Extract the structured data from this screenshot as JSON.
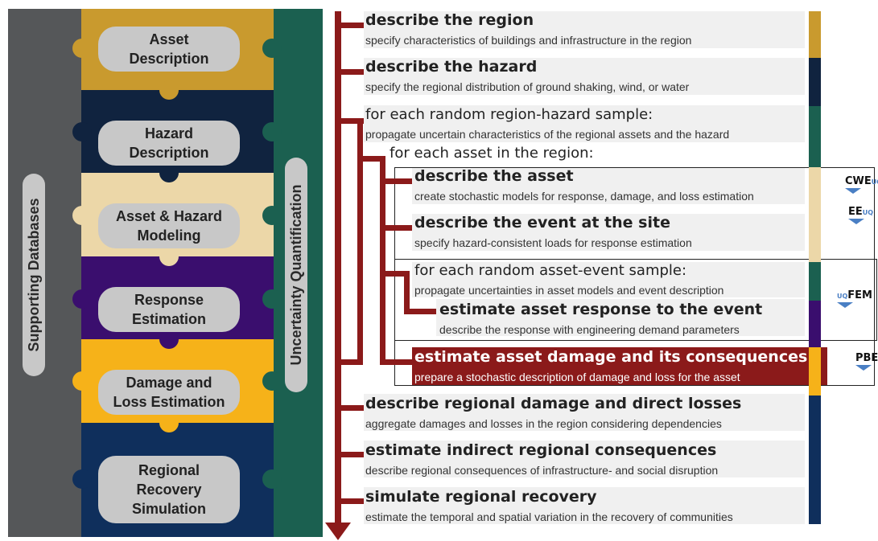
{
  "colors": {
    "asset": "#c99a2e",
    "hazard": "#10233f",
    "modeling": "#ecd7a8",
    "response": "#3a0e6e",
    "damage": "#f6b219",
    "recovery": "#0f2f5c",
    "supporting": "#555759",
    "uq": "#1b6050",
    "arrow": "#8b1a1a"
  },
  "left": {
    "supporting_label": "Supporting Databases",
    "uq_label": "Uncertainty Quantification",
    "pieces": [
      {
        "line1": "Asset",
        "line2": "Description"
      },
      {
        "line1": "Hazard",
        "line2": "Description"
      },
      {
        "line1": "Asset & Hazard",
        "line2": "Modeling"
      },
      {
        "line1": "Response",
        "line2": "Estimation"
      },
      {
        "line1": "Damage and",
        "line2": "Loss Estimation"
      },
      {
        "line1": "Regional",
        "line2": "Recovery",
        "line3": "Simulation"
      }
    ]
  },
  "steps": {
    "region": {
      "title": "describe the region",
      "desc": "specify characteristics of buildings and infrastructure in the region"
    },
    "hazard": {
      "title": "describe the hazard",
      "desc": "specify the regional distribution of ground shaking, wind, or water"
    },
    "loop_sample": {
      "title": "for each random region-hazard sample:",
      "desc": "propagate uncertain characteristics of the regional assets and the hazard"
    },
    "loop_asset": {
      "title": "for each asset in the region:"
    },
    "asset": {
      "title": "describe the asset",
      "desc": "create stochastic models for response, damage, and loss estimation"
    },
    "event": {
      "title": "describe the event at the site",
      "desc": "specify hazard-consistent loads for response estimation"
    },
    "loop_event": {
      "title": "for each random asset-event sample:",
      "desc": "propagate uncertainties in asset models and event description"
    },
    "response": {
      "title": "estimate asset response to the event",
      "desc": "describe the response with engineering demand parameters"
    },
    "damage": {
      "title": "estimate asset damage and its consequences",
      "desc": "prepare a stochastic description of damage and loss for the asset"
    },
    "regional_damage": {
      "title": "describe regional damage and direct losses",
      "desc": "aggregate damages and losses in the region considering dependencies"
    },
    "indirect": {
      "title": "estimate indirect regional consequences",
      "desc": "describe regional consequences of infrastructure- and social disruption"
    },
    "recovery": {
      "title": "simulate regional recovery",
      "desc": "estimate the temporal and spatial variation in the recovery of communities"
    }
  },
  "logos": {
    "cwe": {
      "name": "CWE",
      "sub": "UQ"
    },
    "ee": {
      "name": "EE",
      "sub": "UQ"
    },
    "fem": {
      "name": "FEM",
      "sub": "UQ"
    },
    "pbe": {
      "name": "PBE"
    }
  }
}
